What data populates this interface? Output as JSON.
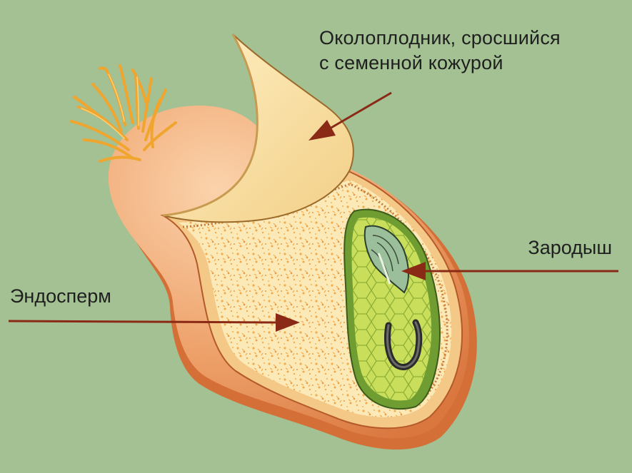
{
  "labels": {
    "pericarp_line1": "Околоплодник,  сросшийся",
    "pericarp_line2": "с семенной кожурой",
    "embryo": "Зародыш",
    "endosperm": "Эндосперм"
  },
  "colors": {
    "background": "#a3c193",
    "grain_outer": "#e69a62",
    "grain_shadow": "#d77c45",
    "pericarp_flap": "#f6dc9e",
    "endosperm": "#fbe8b4",
    "endosperm_dots": "#f1a23c",
    "embryo_outer": "#7aa83a",
    "embryo_inner": "#c7de5a",
    "arrows": "#8a2a16",
    "hairs": "#f0a52e"
  }
}
